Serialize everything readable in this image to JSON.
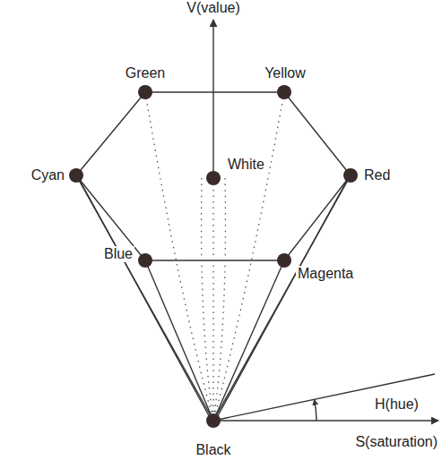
{
  "diagram": {
    "labels": [
      "V(value)",
      "Green",
      "Yellow",
      "Cyan",
      "White",
      "Red",
      "Blue",
      "Magenta",
      "H(hue)",
      "Black",
      "S(saturation)"
    ]
  }
}
